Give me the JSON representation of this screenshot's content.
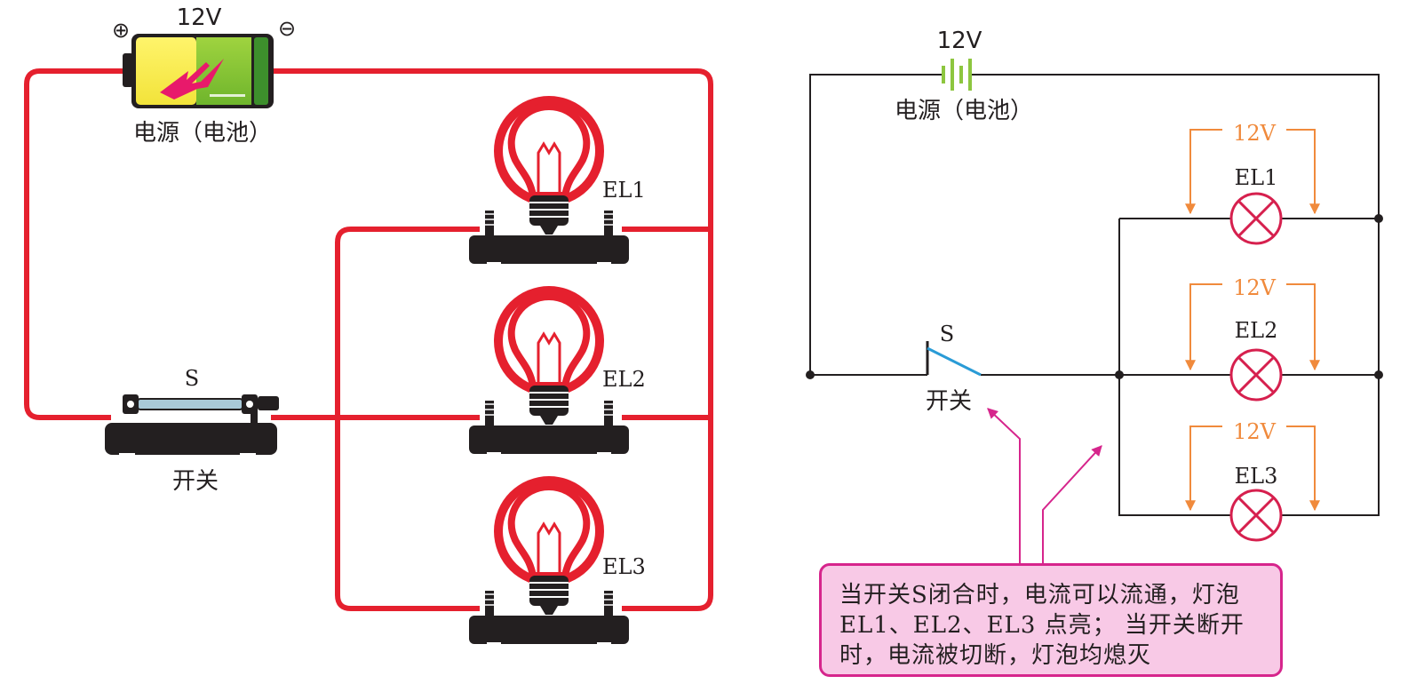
{
  "pictorial": {
    "battery": {
      "voltage_label": "12V",
      "positive_symbol": "⊕",
      "negative_symbol": "⊖",
      "caption": "电源（电池）"
    },
    "switch": {
      "label": "S",
      "caption": "开关"
    },
    "lamps": [
      {
        "label": "EL1"
      },
      {
        "label": "EL2"
      },
      {
        "label": "EL3"
      }
    ]
  },
  "schematic": {
    "battery": {
      "voltage_label": "12V",
      "caption": "电源（电池）"
    },
    "switch": {
      "label": "S",
      "caption": "开关"
    },
    "lamps": [
      {
        "label": "EL1",
        "voltage": "12V"
      },
      {
        "label": "EL2",
        "voltage": "12V"
      },
      {
        "label": "EL3",
        "voltage": "12V"
      }
    ]
  },
  "note": {
    "lines": [
      "当开关S闭合时，电流可以流通，灯泡",
      "EL1、EL2、EL3 点亮； 当开关断开",
      "时，电流被切断，灯泡均熄灭"
    ]
  },
  "colors": {
    "wire_pictorial": "#e5202e",
    "wire_schematic": "#231f20",
    "lamp_symbol": "#d6204e",
    "voltage_arrow": "#f08a3c",
    "switch_blade": "#2a9bd6",
    "callout": "#d6258c",
    "battery_symbol": "#8dc63f"
  }
}
